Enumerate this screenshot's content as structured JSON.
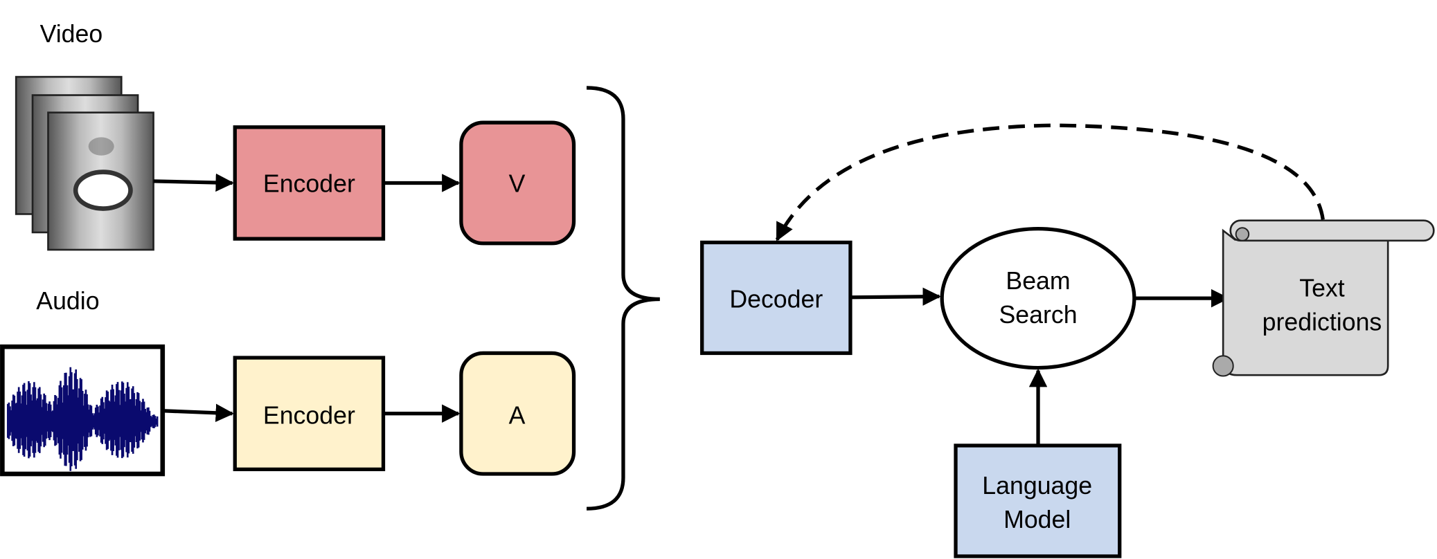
{
  "labels": {
    "video": "Video",
    "audio": "Audio"
  },
  "nodes": {
    "video_encoder": {
      "label": "Encoder",
      "color": "#E89496"
    },
    "video_embedding": {
      "label": "V",
      "color": "#E89496"
    },
    "audio_encoder": {
      "label": "Encoder",
      "color": "#FFF2CC"
    },
    "audio_embedding": {
      "label": "A",
      "color": "#FFF2CC"
    },
    "decoder": {
      "label": "Decoder",
      "color": "#C9D8EE"
    },
    "beam_search": {
      "line1": "Beam",
      "line2": "Search",
      "color": "#FFFFFF"
    },
    "language_model": {
      "line1": "Language",
      "line2": "Model",
      "color": "#C9D8EE"
    },
    "text_predictions": {
      "line1": "Text",
      "line2": "predictions",
      "color": "#D9D9D9"
    }
  },
  "icons": {
    "video_frames": "face-frames-image",
    "audio_waveform": "waveform-image"
  },
  "colors": {
    "waveform": "#0A0A6E"
  }
}
